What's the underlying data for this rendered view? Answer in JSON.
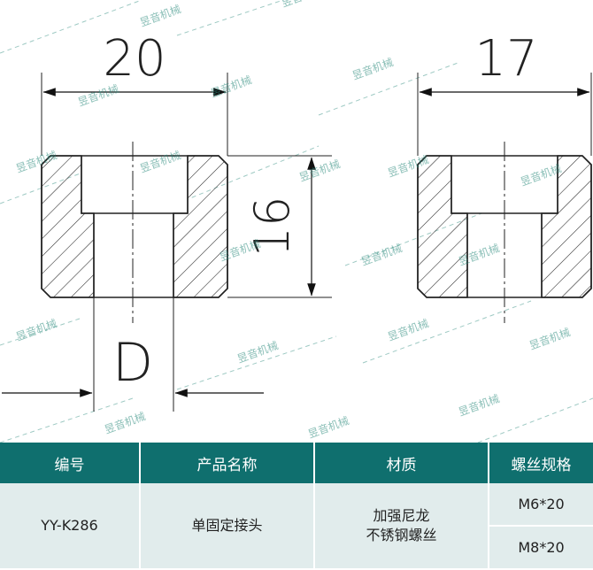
{
  "drawing": {
    "dimensions": {
      "width_front": "20",
      "width_side": "17",
      "height": "16",
      "bore": "D"
    },
    "watermark": "昱音机械",
    "colors": {
      "line": "#222222",
      "watermark": "#2a8a7c"
    }
  },
  "table": {
    "headers": [
      "编号",
      "产品名称",
      "材质",
      "螺丝规格"
    ],
    "row": {
      "code": "YY-K286",
      "name": "单固定接头",
      "material_line1": "加强尼龙",
      "material_line2": "不锈钢螺丝",
      "specs": [
        "M6*20",
        "M8*20"
      ]
    },
    "colors": {
      "header_bg": "#0f6f6e",
      "header_text": "#ffffff",
      "body_bg": "#e1ecec"
    }
  }
}
